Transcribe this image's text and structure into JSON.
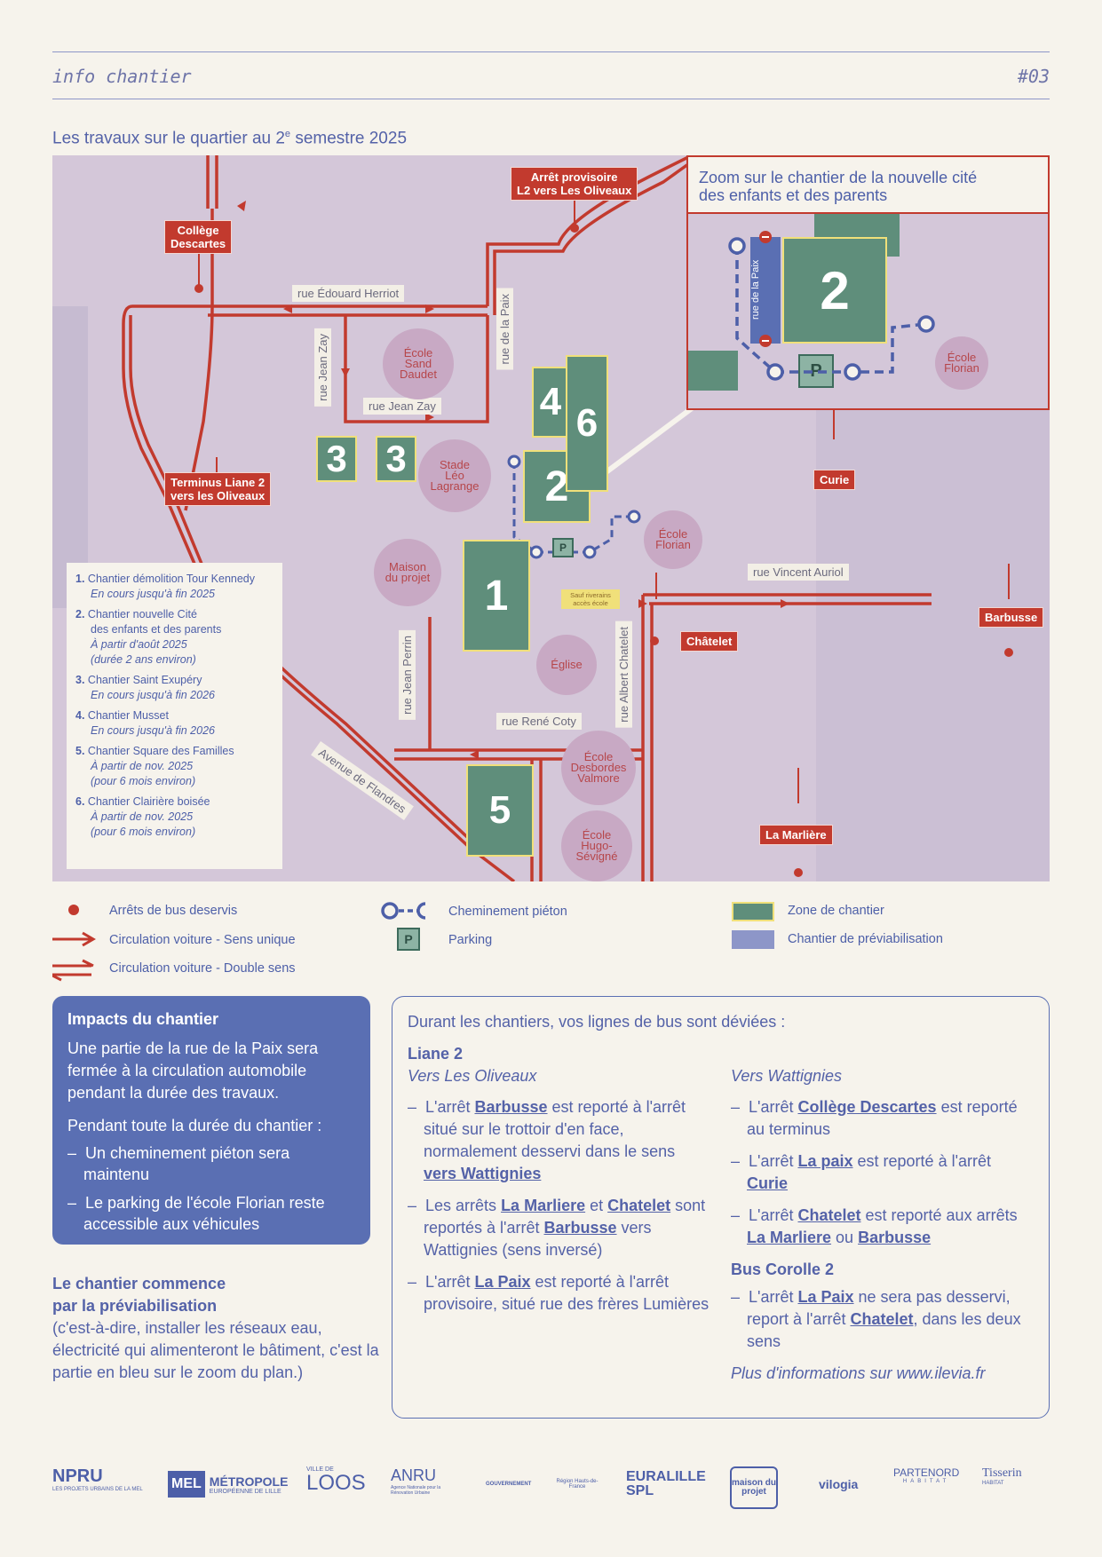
{
  "header": {
    "left": "info chantier",
    "right": "#03"
  },
  "section_title": {
    "main": "Les travaux sur le quartier au 2",
    "sup": "e",
    "rest": " semestre 2025"
  },
  "map": {
    "bus_tags": [
      {
        "text1": "Arrêt provisoire",
        "text2": "L2 vers Les Oliveaux"
      },
      {
        "text1": "Collège",
        "text2": "Descartes"
      },
      {
        "text1": "Terminus Liane 2",
        "text2": "vers les Oliveaux"
      },
      {
        "text1": "Curie"
      },
      {
        "text1": "Barbusse"
      },
      {
        "text1": "Châtelet"
      },
      {
        "text1": "La Marlière"
      }
    ],
    "streets": {
      "edouard_herriot": "rue Édouard Herriot",
      "jean_zay_h": "rue Jean Zay",
      "jean_zay_v": "rue Jean Zay",
      "de_la_paix": "rue de la Paix",
      "vincent_auriol": "rue Vincent Auriol",
      "jean_perrin": "rue Jean Perrin",
      "albert_chatelet": "rue Albert Chatelet",
      "rene_coty": "rue René Coty",
      "avenue_flandres": "Avenue de Flandres"
    },
    "pois": {
      "sand": [
        "École",
        "Sand",
        "Daudet"
      ],
      "stade": [
        "Stade",
        "Léo",
        "Lagrange"
      ],
      "maison": [
        "Maison",
        "du projet"
      ],
      "florian": [
        "École",
        "Florian"
      ],
      "eglise": [
        "Église"
      ],
      "desbordes": [
        "École",
        "Desbordes",
        "Valmore"
      ],
      "hugo": [
        "École",
        "Hugo-",
        "Sévigné"
      ]
    },
    "zones": {
      "z1": "1",
      "z2": "2",
      "z3a": "3",
      "z3b": "3",
      "z4": "4",
      "z5": "5",
      "z6": "6"
    },
    "parking": "P",
    "sauf_riverains": [
      "Sauf riverains",
      "accès école"
    ],
    "list": [
      {
        "num": "1.",
        "title": "Chantier démolition Tour Kennedy",
        "lines": [],
        "italic": [
          "En cours jusqu'à fin 2025"
        ]
      },
      {
        "num": "2.",
        "title": "Chantier nouvelle Cité",
        "lines": [
          "des enfants et des parents"
        ],
        "italic": [
          "À partir d'août 2025",
          "(durée 2 ans environ)"
        ]
      },
      {
        "num": "3.",
        "title": "Chantier Saint Exupéry",
        "lines": [],
        "italic": [
          "En cours jusqu'à fin 2026"
        ]
      },
      {
        "num": "4.",
        "title": "Chantier Musset",
        "lines": [],
        "italic": [
          "En cours jusqu'à fin 2026"
        ]
      },
      {
        "num": "5.",
        "title": "Chantier Square des Familles",
        "lines": [],
        "italic": [
          "À partir de nov. 2025",
          "(pour 6 mois environ)"
        ]
      },
      {
        "num": "6.",
        "title": "Chantier Clairière boisée",
        "lines": [],
        "italic": [
          "À partir de nov. 2025",
          "(pour 6 mois environ)"
        ]
      }
    ]
  },
  "zoom": {
    "title_line1": "Zoom sur le chantier de la nouvelle cité",
    "title_line2": "des enfants et des parents",
    "street": "rue de la Paix",
    "zone": "2",
    "parking": "P",
    "poi": [
      "École",
      "Florian"
    ]
  },
  "legend": {
    "bus_stops": "Arrêts de bus deservis",
    "one_way": "Circulation voiture - Sens unique",
    "two_way": "Circulation voiture - Double sens",
    "pedestrian": "Cheminement piéton",
    "parking": "Parking",
    "parking_letter": "P",
    "zone": "Zone de chantier",
    "previab": "Chantier de préviabilisation"
  },
  "impacts": {
    "title": "Impacts du chantier",
    "p1": "Une partie de la rue de la Paix sera fermée à la circulation automobile pendant la durée des travaux.",
    "p2": "Pendant toute la durée du chantier :",
    "items": [
      "Un cheminement piéton sera maintenu",
      "Le parking de l'école Florian reste accessible aux véhicules"
    ]
  },
  "prev": {
    "bold1": "Le chantier commence",
    "bold2": "par la préviabilisation",
    "text": "(c'est-à-dire, installer les réseaux eau, électricité qui alimenteront le bâtiment, c'est la partie en bleu sur le zoom du plan.)"
  },
  "buses": {
    "intro": "Durant les chantiers, vos lignes de bus sont déviées :",
    "liane": "Liane 2",
    "dir1": "Vers Les Oliveaux",
    "dir2": "Vers Wattignies",
    "corolle": "Bus Corolle 2",
    "more": "Plus d'informations sur www.ilevia.fr",
    "c1": {
      "a1": "L'arrêt ",
      "a2": "Barbusse",
      "a3": " est reporté à l'arrêt situé sur le trottoir d'en face, normalement desservi dans le sens ",
      "a4": "vers Wattignies",
      "b1": "Les arrêts ",
      "b2": "La Marliere",
      "b3": " et ",
      "b4": "Chatelet",
      "b5": " sont reportés à l'arrêt ",
      "b6": "Barbusse",
      "b7": " vers Wattignies (sens inversé)",
      "c1": "L'arrêt ",
      "c2": "La Paix",
      "c3": " est reporté à l'arrêt provisoire, situé rue des frères Lumières"
    },
    "c2": {
      "a1": "L'arrêt ",
      "a2": "Collège Descartes",
      "a3": " est reporté au terminus",
      "b1": "L'arrêt ",
      "b2": "La paix",
      "b3": " est reporté à l'arrêt ",
      "b4": "Curie",
      "c1": "L'arrêt ",
      "c2": "Chatelet",
      "c3": " est reporté aux arrêts ",
      "c4": "La Marliere",
      "c5": " ou ",
      "c6": "Barbusse",
      "d1": "L'arrêt ",
      "d2": "La Paix",
      "d3": " ne sera pas desservi, report à l'arrêt ",
      "d4": "Chatelet",
      "d5": ", dans les deux sens"
    }
  },
  "logos": {
    "npru": "NPRU",
    "npru_sub": "LES PROJETS URBAINS DE LA MEL",
    "mel": "MEL",
    "mel_t1": "MÉTROPOLE",
    "mel_t2": "EUROPÉENNE DE LILLE",
    "loos_t": "VILLE DE",
    "loos": "LOOS",
    "anru": "ANRU",
    "anru_sub": "Agence Nationale pour la Rénovation Urbaine",
    "gouv": "GOUVERNEMENT",
    "region": "Région Hauts-de-France",
    "euralille": "EURALILLE SPL",
    "maison": "maison du projet",
    "vilogia": "vilogia",
    "partenord": "PARTENORD",
    "partenord_sub": "HABITAT",
    "tisserin": "Tisserin",
    "tisserin_sub": "HABITAT"
  }
}
